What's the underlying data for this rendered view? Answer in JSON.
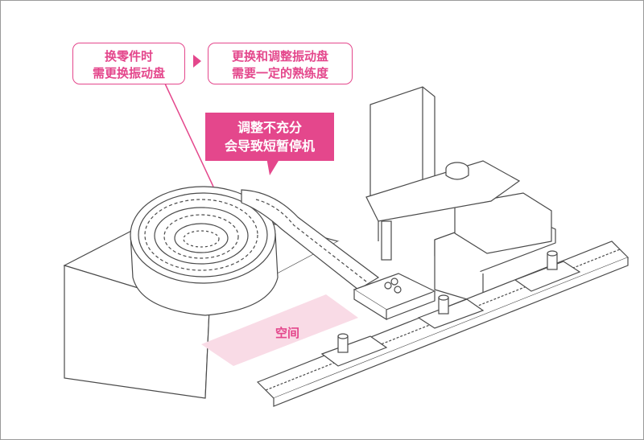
{
  "callouts": {
    "part_change": "换零件时\n需更换振动盘",
    "skill_needed": "更换和调整振动盘\n需要一定的熟练度",
    "downtime": "调整不充分\n会导致短暂停机"
  },
  "labels": {
    "space": "空间"
  },
  "colors": {
    "accent": "#e4478c",
    "space_fill": "#f9dbe6",
    "line": "#4a4a4a"
  }
}
